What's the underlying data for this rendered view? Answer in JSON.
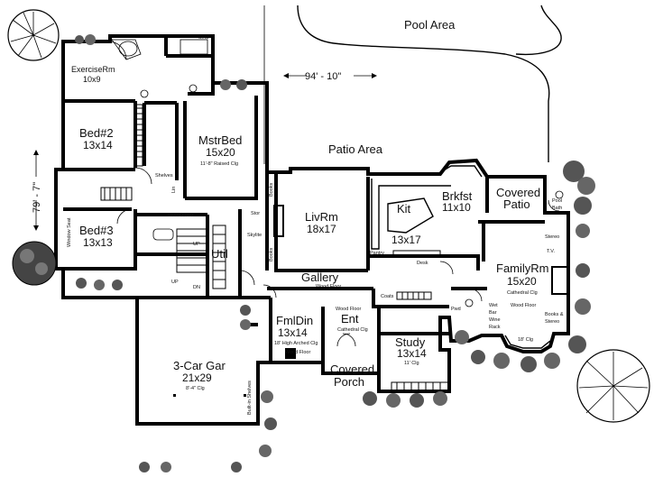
{
  "outside": {
    "pool_area": "Pool Area",
    "patio_area": "Patio Area",
    "width_dim": "94' - 10\"",
    "depth_dim": "79' - 7\""
  },
  "rooms": {
    "exercise": {
      "name": "ExerciseRm",
      "size": "10x9"
    },
    "bed2": {
      "name": "Bed#2",
      "size": "13x14"
    },
    "bed3": {
      "name": "Bed#3",
      "size": "13x13"
    },
    "mstrbed": {
      "name": "MstrBed",
      "size": "15x20",
      "note": "11'-8\" Raised Clg"
    },
    "livrm": {
      "name": "LivRm",
      "size": "18x17"
    },
    "kit": {
      "name": "Kit",
      "size": "13x17"
    },
    "brkfst": {
      "name": "Brkfst",
      "size": "11x10"
    },
    "covered_patio": {
      "name": "Covered",
      "name2": "Patio"
    },
    "familyrm": {
      "name": "FamilyRm",
      "size": "15x20",
      "note": "Cathedral Clg"
    },
    "util": {
      "name": "Util"
    },
    "gallery": {
      "name": "Gallery"
    },
    "fmldin": {
      "name": "FmlDin",
      "size": "13x14",
      "note": "18' High Arched Clg"
    },
    "ent": {
      "name": "Ent",
      "note": "Cathedral Clg"
    },
    "study": {
      "name": "Study",
      "size": "13x14",
      "note": "11' Clg"
    },
    "covered_porch": {
      "name": "Covered",
      "name2": "Porch"
    },
    "garage": {
      "name": "3-Car Gar",
      "size": "21x29",
      "note": "8'-4\" Clg"
    }
  },
  "small_labels": {
    "seat_top": "Seat",
    "shelves": "Shelves",
    "linen": "Lin",
    "books1": "Books",
    "books2": "Books",
    "stor": "Stor",
    "skylite": "Skylite",
    "wood_floor1": "Wood Floor",
    "wood_floor_gallery": "Wood Floor",
    "wood_floor_ent": "Wood Floor",
    "wood_floor_din": "Wood Floor",
    "wood_floor_fam": "Wood Floor",
    "window_seat": "Window Seat",
    "up1": "UP",
    "up2": "UP",
    "dn": "DN",
    "pantry": "Pantry",
    "desk": "Desk",
    "coats": "Coats",
    "pwd": "Pwd",
    "wet_bar": "Wet",
    "wet_bar2": "Bar",
    "wine": "Wine",
    "rack": "Rack",
    "stereo1": "Stereo",
    "tv": "T.V.",
    "stereo2": "Books &",
    "stereo3": "Stereo",
    "pool_bath1": "Pool",
    "pool_bath2": "Bath",
    "clg18": "18' Clg",
    "built_in": "Built-in Shelves"
  }
}
